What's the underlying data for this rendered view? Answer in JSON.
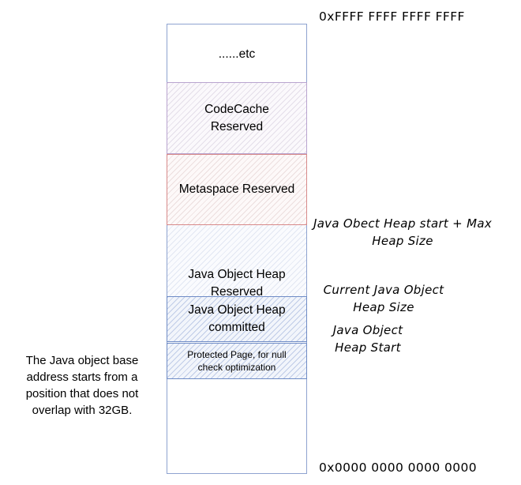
{
  "addresses": {
    "top": "0xFFFF FFFF FFFF FFFF",
    "bottom": "0x0000 0000 0000 0000"
  },
  "regions": {
    "etc": "......etc",
    "codecache": "CodeCache Reserved",
    "metaspace": "Metaspace Reserved",
    "heap_reserved": "Java Object Heap Reserved",
    "heap_committed": "Java Object Heap committed",
    "protected_page": "Protected Page, for null check optimization"
  },
  "annotations": {
    "heap_max": "Java Obect Heap start + Max Heap Size",
    "heap_current": "Current Java Object Heap Size",
    "heap_start": "Java Object Heap Start",
    "base_note": "The Java object base address starts from a position that does not overlap with 32GB."
  },
  "colors": {
    "column_border": "#8ea3d0",
    "codecache_border": "#b9a4cf",
    "metaspace_border": "#d88a8a",
    "heap_border": "#8ea3d0",
    "committed_border": "#6f8cc6"
  }
}
